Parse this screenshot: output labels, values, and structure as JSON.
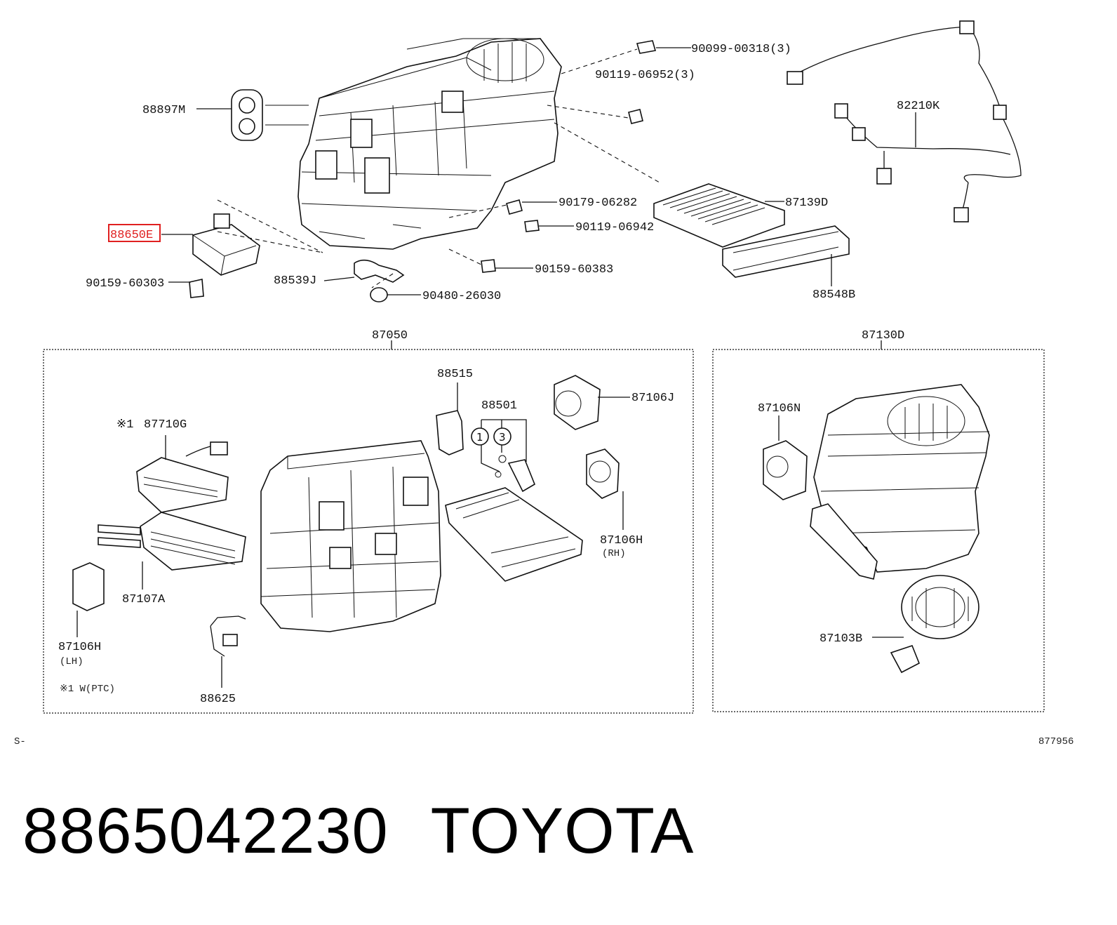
{
  "diagram": {
    "callouts": {
      "p90099_00318": "90099-00318(3)",
      "p90119_06952": "90119-06952(3)",
      "p88897M": "88897M",
      "p82210K": "82210K",
      "p90179_06282": "90179-06282",
      "p87139D": "87139D",
      "p88650E": "88650E",
      "p90119_06942": "90119-06942",
      "p90159_60303": "90159-60303",
      "p88539J": "88539J",
      "p90159_60383": "90159-60383",
      "p88548B": "88548B",
      "p90480_26030": "90480-26030"
    },
    "assembly_left": {
      "label": "87050",
      "p88515": "88515",
      "p88501": "88501",
      "p87106J": "87106J",
      "p87710G": "87710G",
      "mark": "※1",
      "circle1": "1",
      "circle3": "3",
      "p87106H_rh": "87106H",
      "rh_note": "(RH)",
      "p87107A": "87107A",
      "p87106H_lh": "87106H",
      "lh_note": "(LH)",
      "p88625": "88625",
      "footnote": "※1 W(PTC)"
    },
    "assembly_right": {
      "label": "87130D",
      "p87106N": "87106N",
      "p87103B": "87103B"
    },
    "corner_left": "S-",
    "corner_right": "877956",
    "highlighted_part": "88650E",
    "highlight_color": "#e02020"
  },
  "caption": {
    "part_number": "8865042230",
    "brand": "TOYOTA"
  }
}
